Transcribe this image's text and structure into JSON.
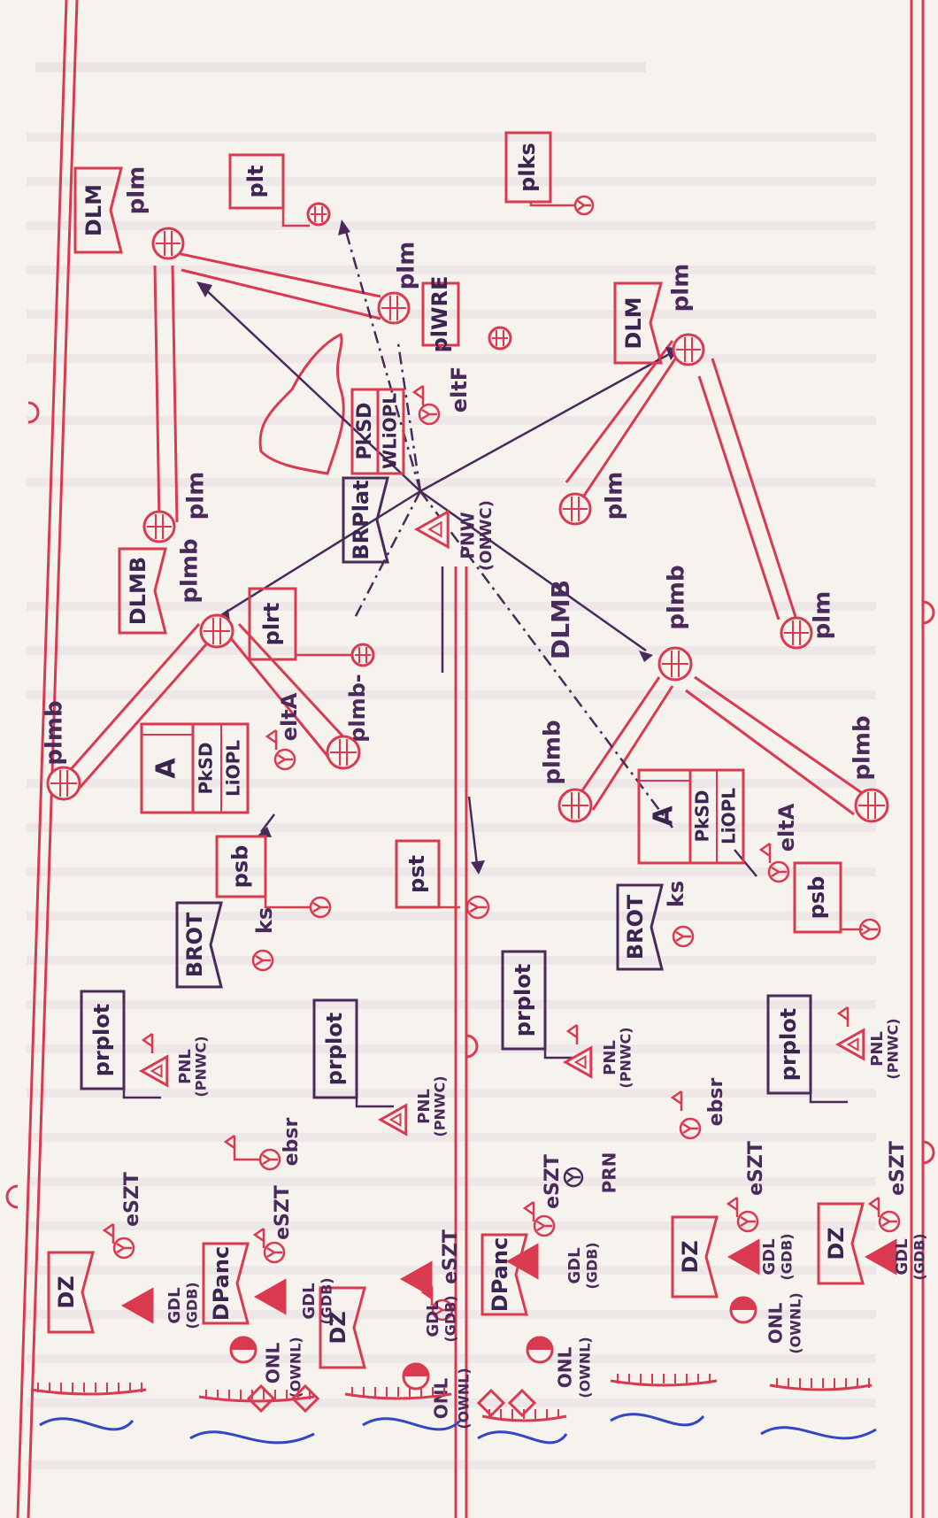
{
  "colors": {
    "paper": "#f6f2ee",
    "red": "#d93a4f",
    "ink": "#4a2a5a",
    "blue": "#3346c4",
    "ghost": "#d9d2d6"
  },
  "labels": {
    "dlm": "DLM",
    "dlmb": "DLMB",
    "plm": "plm",
    "plmb": "plmb",
    "plmb_dash": "plmb-",
    "plt": "plt",
    "plks": "plks",
    "plwre": "plWRE",
    "eltf": "eltF",
    "elta": "eltA",
    "brplat": "BRPlat",
    "pksd": "PkSD",
    "wliopl": "WLiOPL",
    "liopl": "LiOPL",
    "a": "A",
    "pnw": "PNW",
    "onwc": "(ONWC)",
    "plrt": "plrt",
    "psb": "psb",
    "pst": "pst",
    "brot": "BROT",
    "ks": "ks",
    "prplot": "prplot",
    "pnl": "PNL",
    "pnwc": "(PNWC)",
    "ebsr": "ebsr",
    "eszt": "eSZT",
    "prn": "PRN",
    "dz": "DZ",
    "dpanc": "DPanc",
    "gdl": "GDL",
    "gdb": "(GDB)",
    "onl": "ONL",
    "ownl": "(OWNL)"
  }
}
